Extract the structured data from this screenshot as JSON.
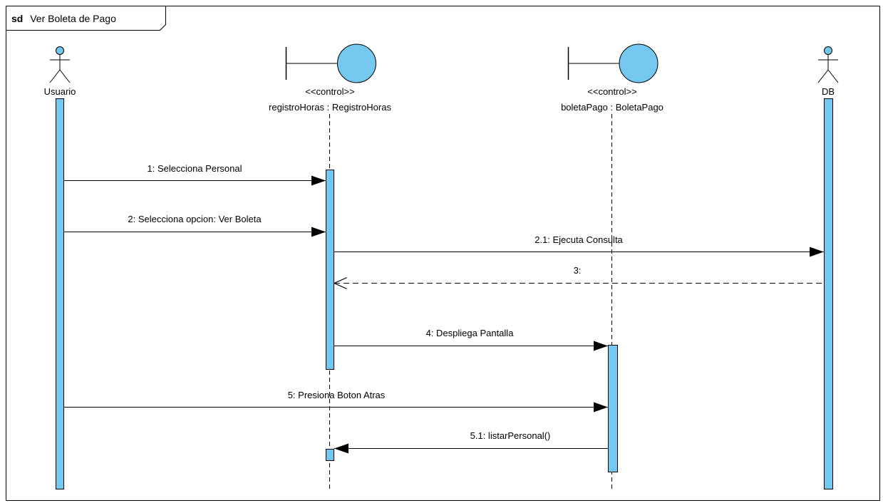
{
  "frame": {
    "keyword": "sd",
    "title": "Ver Boleta de Pago"
  },
  "colors": {
    "fill": "#74C8F0",
    "stroke": "#000000",
    "background": "#FFFFFF"
  },
  "lifelines": [
    {
      "id": "usuario",
      "kind": "actor",
      "icon": "actor-icon",
      "name": "Usuario"
    },
    {
      "id": "registro",
      "kind": "boundary",
      "icon": "boundary-icon",
      "stereotype": "<<control>>",
      "name": "registroHoras : RegistroHoras"
    },
    {
      "id": "boleta",
      "kind": "boundary",
      "icon": "boundary-icon",
      "stereotype": "<<control>>",
      "name": "boletaPago : BoletaPago"
    },
    {
      "id": "db",
      "kind": "actor",
      "icon": "actor-icon",
      "name": "DB"
    }
  ],
  "messages": [
    {
      "label": "1: Selecciona Personal",
      "from": "usuario",
      "to": "registro",
      "type": "sync"
    },
    {
      "label": "2: Selecciona opcion: Ver  Boleta",
      "from": "usuario",
      "to": "registro",
      "type": "sync"
    },
    {
      "label": "2.1: Ejecuta Consulta",
      "from": "registro",
      "to": "db",
      "type": "sync"
    },
    {
      "label": "3:",
      "from": "db",
      "to": "registro",
      "type": "return"
    },
    {
      "label": "4: Despliega Pantalla",
      "from": "registro",
      "to": "boleta",
      "type": "sync"
    },
    {
      "label": "5: Presiona Boton Atras",
      "from": "usuario",
      "to": "boleta",
      "type": "sync"
    },
    {
      "label": "5.1: listarPersonal()",
      "from": "boleta",
      "to": "registro",
      "type": "sync"
    }
  ]
}
